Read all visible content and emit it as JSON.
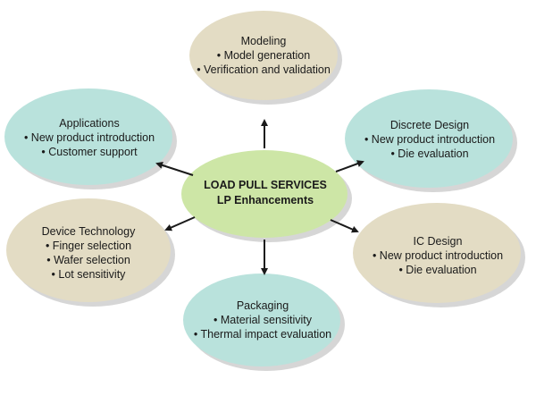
{
  "colors": {
    "tan": "#e3dcc4",
    "teal": "#b9e2dc",
    "center": "#cde6a6",
    "shadow": "#d6d6d6",
    "arrow": "#1a1a1a"
  },
  "center": {
    "line1": "LOAD PULL SERVICES",
    "line2": "LP Enhancements"
  },
  "nodes": {
    "modeling": {
      "title": "Modeling",
      "items": [
        "• Model generation",
        "• Verification and validation"
      ]
    },
    "applications": {
      "title": "Applications",
      "items": [
        "• New product introduction",
        "• Customer support"
      ]
    },
    "discrete_design": {
      "title": "Discrete Design",
      "items": [
        "• New product introduction",
        "• Die evaluation"
      ]
    },
    "device_technology": {
      "title": "Device Technology",
      "items": [
        "• Finger selection",
        "• Wafer selection",
        "• Lot sensitivity"
      ]
    },
    "ic_design": {
      "title": "IC Design",
      "items": [
        "• New product introduction",
        "• Die evaluation"
      ]
    },
    "packaging": {
      "title": "Packaging",
      "items": [
        "• Material sensitivity",
        "• Thermal impact evaluation"
      ]
    }
  }
}
